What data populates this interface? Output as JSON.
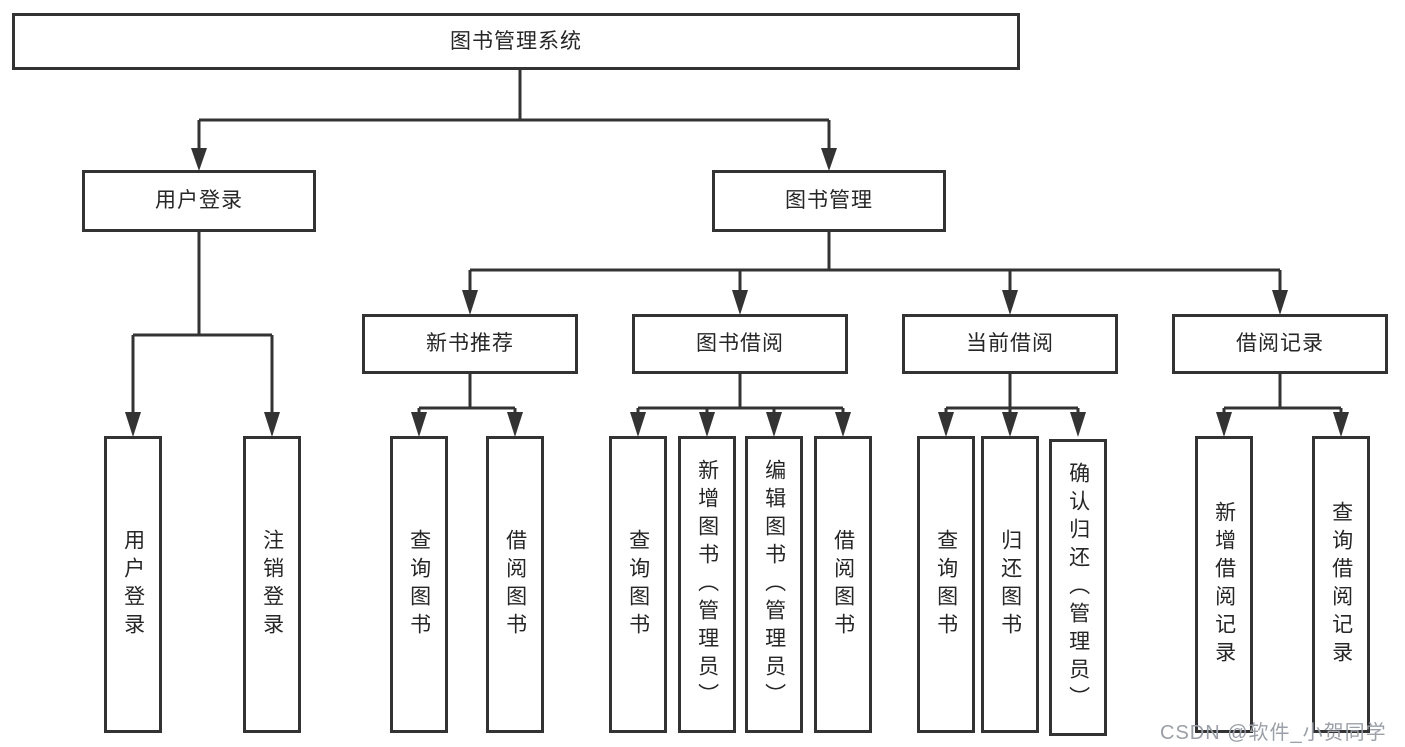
{
  "root": {
    "label": "图书管理系统"
  },
  "level2": {
    "user_login": {
      "label": "用户登录"
    },
    "book_management": {
      "label": "图书管理"
    }
  },
  "user_login_children": [
    {
      "label": "用户登录"
    },
    {
      "label": "注销登录"
    }
  ],
  "sections": [
    {
      "label": "新书推荐",
      "children": [
        {
          "label": "查询图书"
        },
        {
          "label": "借阅图书"
        }
      ]
    },
    {
      "label": "图书借阅",
      "children": [
        {
          "label": "查询图书"
        },
        {
          "label": "新增图书（管理员）"
        },
        {
          "label": "编辑图书（管理员）"
        },
        {
          "label": "借阅图书"
        }
      ]
    },
    {
      "label": "当前借阅",
      "children": [
        {
          "label": "查询图书"
        },
        {
          "label": "归还图书"
        },
        {
          "label": "确认归还（管理员）"
        }
      ]
    },
    {
      "label": "借阅记录",
      "children": [
        {
          "label": "新增借阅记录"
        },
        {
          "label": "查询借阅记录"
        }
      ]
    }
  ],
  "watermark": {
    "text": "CSDN @软件_小贺同学"
  },
  "colors": {
    "line": "#333333",
    "border": "#333333",
    "text": "#262626",
    "watermark": "#9ba0a8",
    "background": "#ffffff"
  }
}
